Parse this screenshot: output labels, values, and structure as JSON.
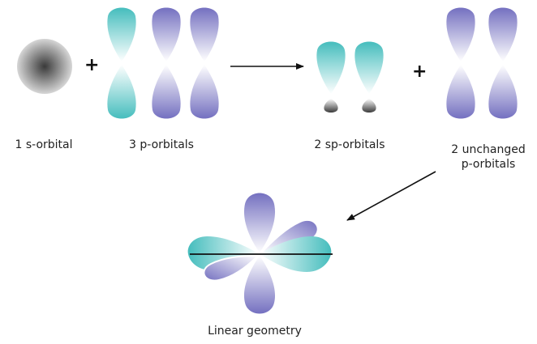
{
  "labels": {
    "s_orbital": "1 s-orbital",
    "p_orbitals": "3 p-orbitals",
    "sp_orbitals": "2 sp-orbitals",
    "unchanged_line1": "2 unchanged",
    "unchanged_line2": "p-orbitals",
    "geometry": "Linear geometry"
  },
  "operators": {
    "plus_1": "+",
    "plus_2": "+"
  },
  "colors": {
    "teal": "#4cbfbf",
    "purple": "#7a76c2",
    "s_center": "#3a3a3a"
  }
}
